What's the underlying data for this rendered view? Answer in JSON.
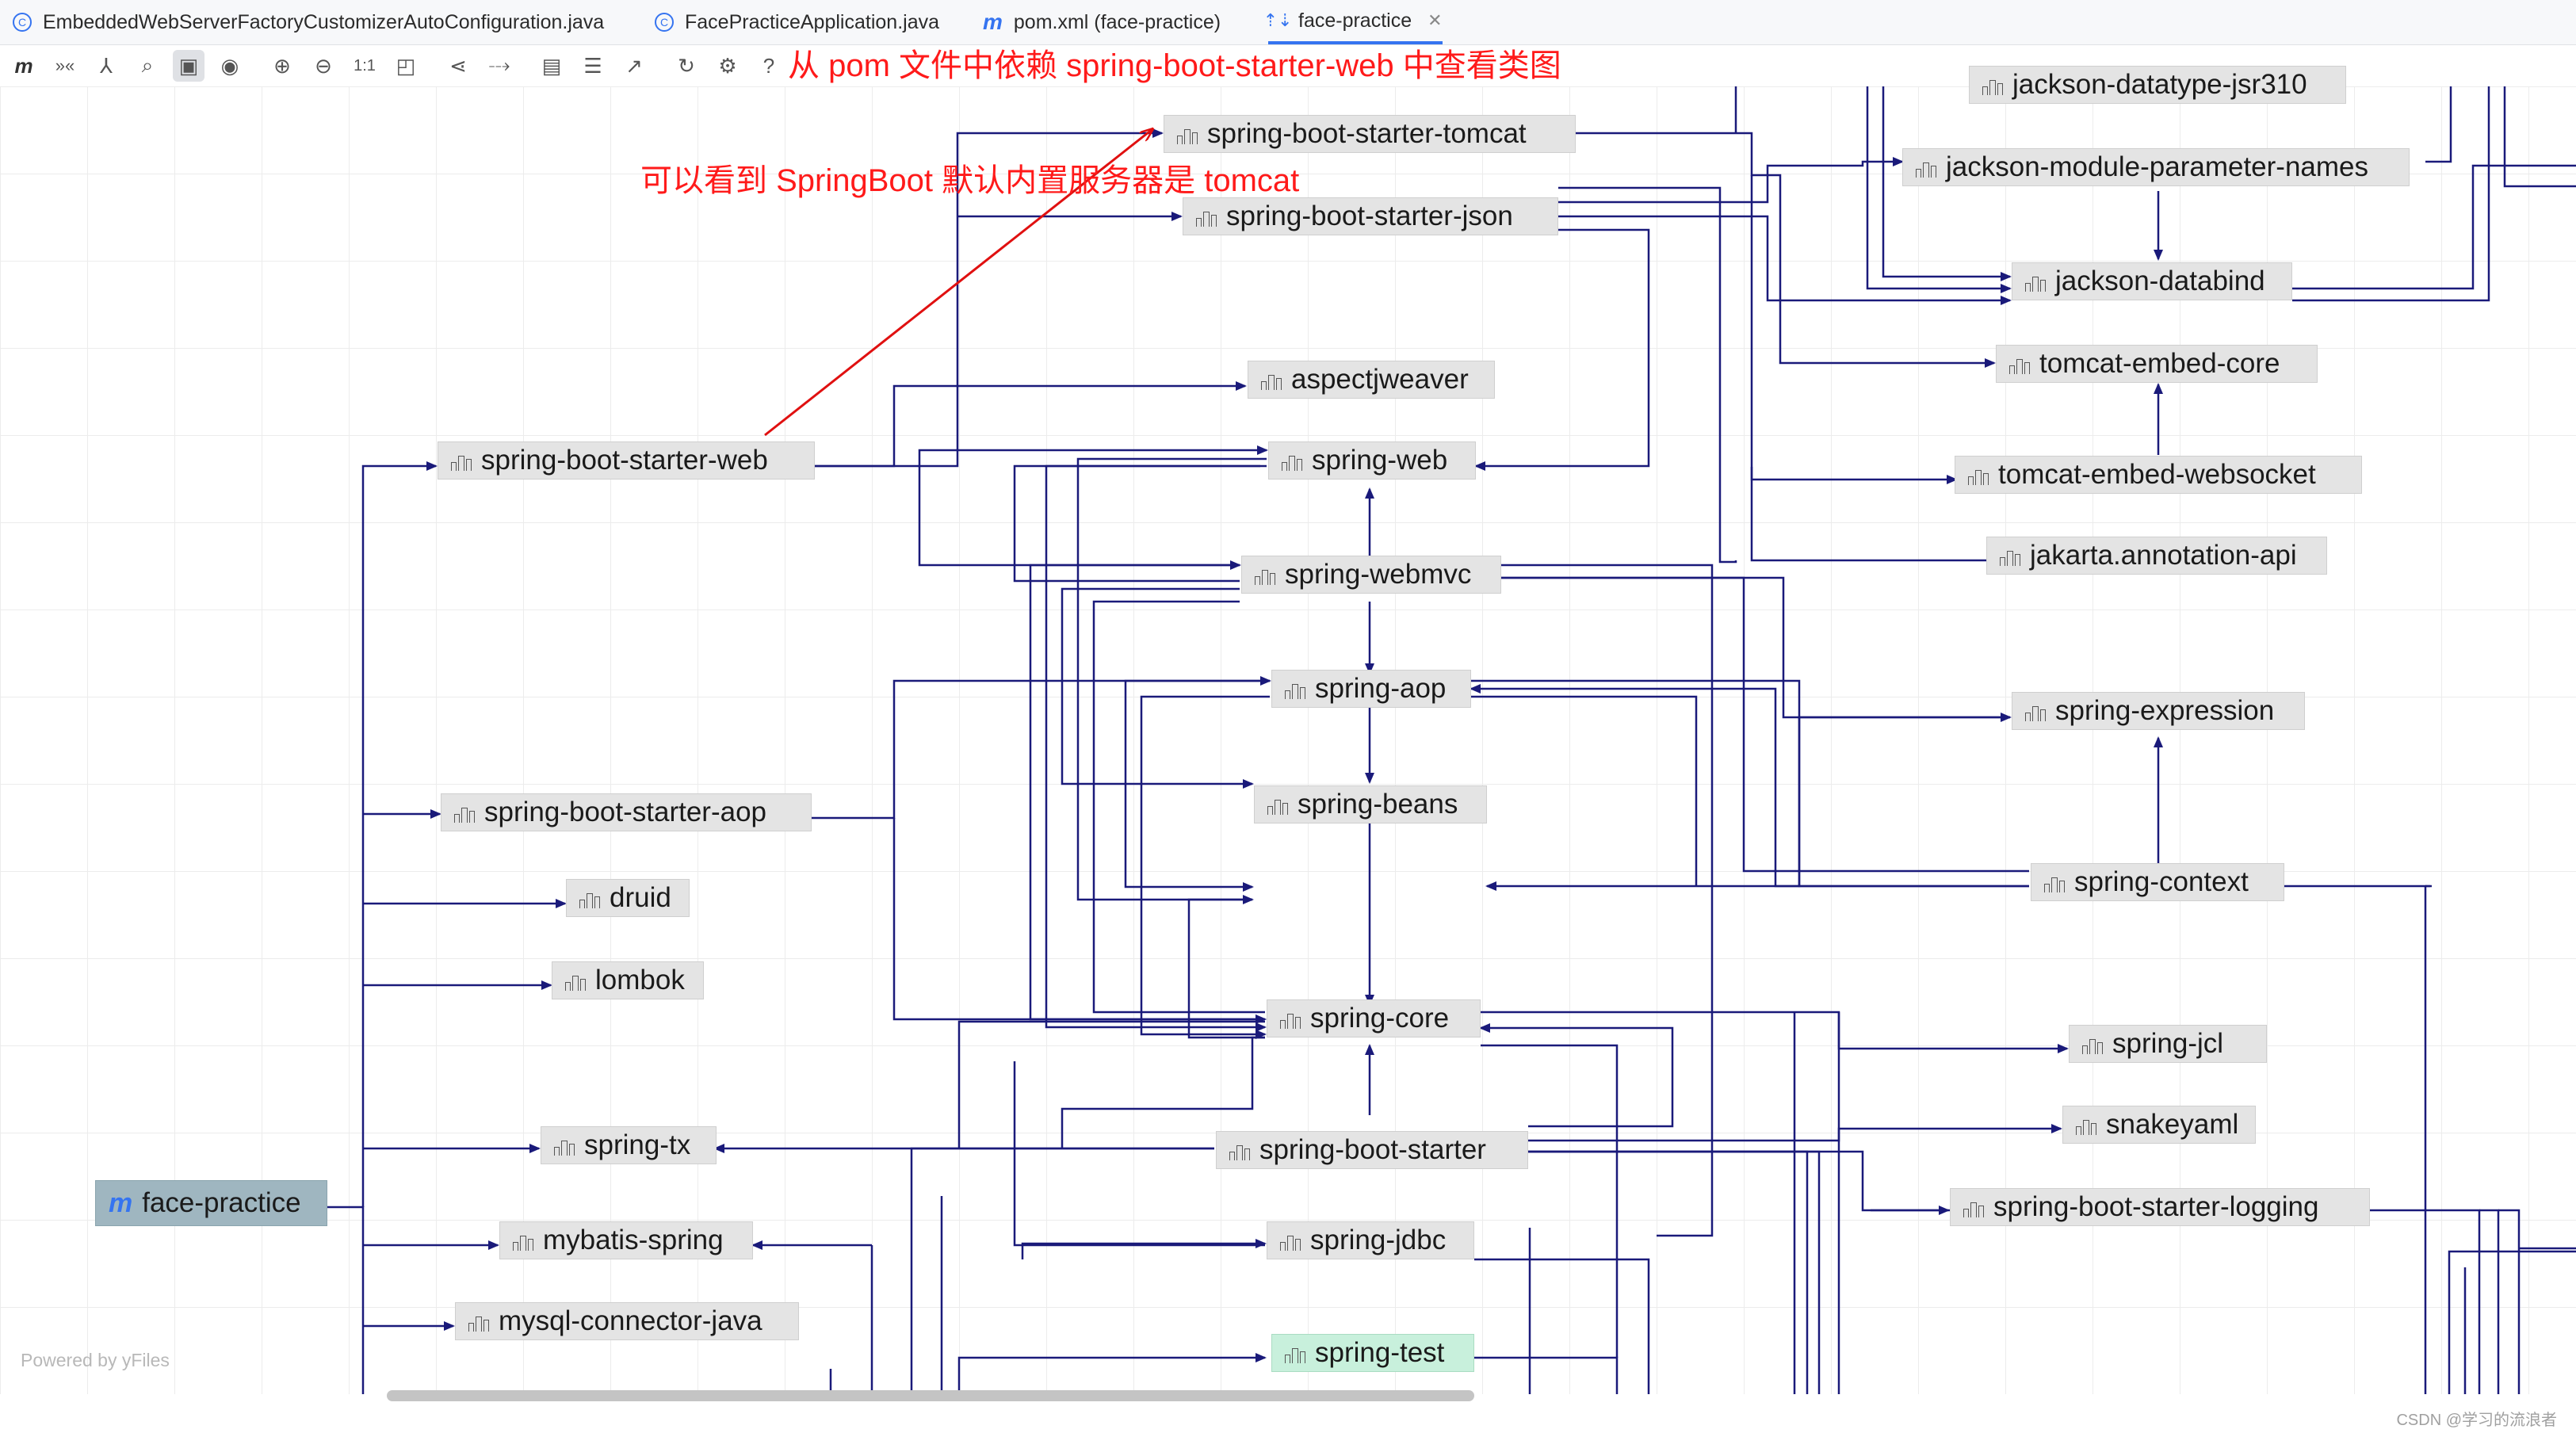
{
  "tabs": [
    {
      "label": "EmbeddedWebServerFactoryCustomizerAutoConfiguration.java",
      "icon": "class-icon"
    },
    {
      "label": "FacePracticeApplication.java",
      "icon": "class-icon"
    },
    {
      "label": "pom.xml (face-practice)",
      "icon": "maven-icon"
    },
    {
      "label": "face-practice",
      "icon": "diagram-icon",
      "active": true
    }
  ],
  "toolbar": {
    "buttons": [
      "m",
      "»«",
      "⅄",
      "⌕",
      "▣",
      "◉",
      "⊕",
      "⊖",
      "1:1",
      "◰",
      "⋖",
      "⤏",
      "▤",
      "☰",
      "↗",
      "↻",
      "⚙",
      "?"
    ],
    "selected_index": 4
  },
  "annotations": {
    "title": "从 pom 文件中依赖 spring-boot-starter-web 中查看类图",
    "note": "可以看到 SpringBoot 默认内置服务器是 tomcat",
    "color": "#ff1a1a"
  },
  "colors": {
    "edge": "#1a1a7a",
    "node": "#e4e4e4",
    "root": "#9fb6c0",
    "test": "#c8f0dc"
  },
  "nodes": {
    "jackson_jsr310": "jackson-datatype-jsr310",
    "starter_tomcat": "spring-boot-starter-tomcat",
    "param_names": "jackson-module-parameter-names",
    "starter_json": "spring-boot-starter-json",
    "databind": "jackson-databind",
    "tomcat_core": "tomcat-embed-core",
    "aspectjweaver": "aspectjweaver",
    "starter_web": "spring-boot-starter-web",
    "spring_web": "spring-web",
    "tomcat_ws": "tomcat-embed-websocket",
    "annotation_api": "jakarta.annotation-api",
    "webmvc": "spring-webmvc",
    "aop": "spring-aop",
    "expression": "spring-expression",
    "beans": "spring-beans",
    "starter_aop": "spring-boot-starter-aop",
    "context": "spring-context",
    "druid": "druid",
    "lombok": "lombok",
    "core": "spring-core",
    "jcl": "spring-jcl",
    "snakeyaml": "snakeyaml",
    "tx": "spring-tx",
    "starter": "spring-boot-starter",
    "root": "face-practice",
    "starter_logging": "spring-boot-starter-logging",
    "mybatis_spring": "mybatis-spring",
    "jdbc": "spring-jdbc",
    "mysql": "mysql-connector-java",
    "test": "spring-test"
  },
  "footer": {
    "powered": "Powered by yFiles",
    "watermark": "CSDN @学习的流浪者"
  }
}
